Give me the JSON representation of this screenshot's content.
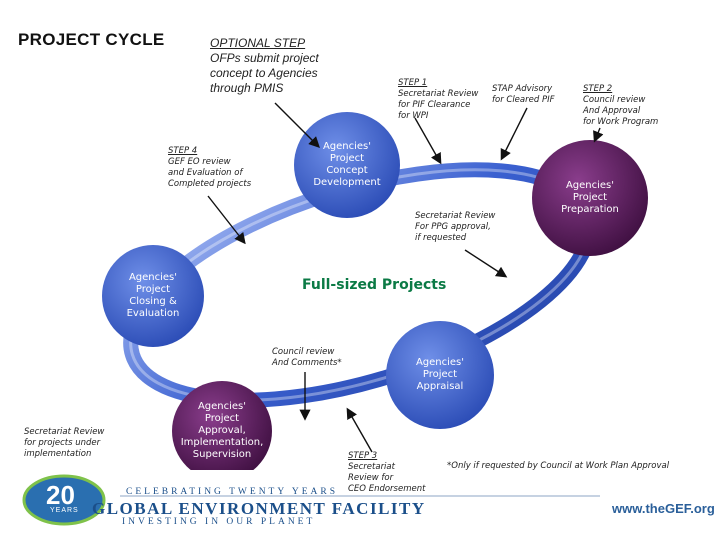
{
  "title": "PROJECT CYCLE",
  "optional_step": {
    "heading": "OPTIONAL STEP",
    "lines": [
      "OFPs submit project",
      "concept to Agencies",
      "through PMIS"
    ]
  },
  "step1": {
    "heading": "STEP 1",
    "lines": [
      "Secretariat Review",
      "for PIF Clearance",
      "for WPI"
    ]
  },
  "stap": {
    "lines": [
      "STAP Advisory",
      "for Cleared PIF"
    ]
  },
  "step2": {
    "heading": "STEP 2",
    "lines": [
      "Council review",
      "And Approval",
      "for Work Program"
    ]
  },
  "step4": {
    "heading": "STEP 4",
    "lines": [
      "GEF EO review",
      "and Evaluation of",
      "Completed projects"
    ]
  },
  "ppg_review": {
    "lines": [
      "Secretariat Review",
      "For PPG approval,",
      "if requested"
    ]
  },
  "council_comments": {
    "lines": [
      "Council review",
      "And Comments*"
    ]
  },
  "implementation_review": {
    "lines": [
      "Secretariat Review",
      "for projects under",
      "implementation"
    ]
  },
  "step3": {
    "heading": "STEP 3",
    "lines": [
      "Secretariat",
      "Review for",
      "CEO Endorsement"
    ]
  },
  "stages": {
    "concept": [
      "Agencies'",
      "Project",
      "Concept",
      "Development"
    ],
    "preparation": [
      "Agencies'",
      "Project",
      "Preparation"
    ],
    "closing": [
      "Agencies'",
      "Project",
      "Closing &",
      "Evaluation"
    ],
    "appraisal": [
      "Agencies'",
      "Project",
      "Appraisal"
    ],
    "implementation": [
      "Agencies'",
      "Project",
      "Approval,",
      "Implementation,",
      "Supervision"
    ]
  },
  "center_label": "Full-sized Projects",
  "footnote": "*Only if requested by Council at Work Plan Approval",
  "banner": {
    "logo_number": "20",
    "logo_years": "YEARS",
    "celebrating": "CELEBRATING TWENTY YEARS",
    "organization": "GLOBAL ENVIRONMENT FACILITY",
    "tagline": "INVESTING IN OUR PLANET",
    "url": "www.theGEF.org"
  },
  "colors": {
    "ring": "#2f56c9",
    "ring_light": "#8ea6f0",
    "concept_circle": "#3b61c8",
    "preparation_circle": "#5a1e5c",
    "closing_circle": "#3b61c8",
    "appraisal_circle": "#3b61c8",
    "implementation_circle": "#5a1e5c",
    "center_text": "#0b7a45",
    "banner_text": "#1b4f8a"
  }
}
